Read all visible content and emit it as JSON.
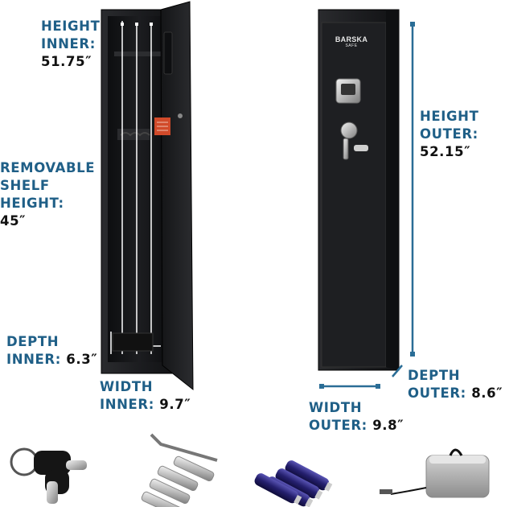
{
  "labels": {
    "height_inner": {
      "line1": "HEIGHT",
      "line2": "INNER:",
      "value": "51.75″"
    },
    "shelf_height": {
      "line1": "REMOVABLE",
      "line2": "SHELF",
      "line3": "HEIGHT:",
      "value": "45″"
    },
    "depth_inner": {
      "line1": "DEPTH",
      "line2": "INNER:",
      "value": "6.3″"
    },
    "width_inner": {
      "line1": "WIDTH",
      "line2": "INNER:",
      "value": "9.7″"
    },
    "height_outer": {
      "line1": "HEIGHT",
      "line2": "OUTER:",
      "value": "52.15″"
    },
    "depth_outer": {
      "line1": "DEPTH",
      "line2": "OUTER:",
      "value": "8.6″"
    },
    "width_outer": {
      "line1": "WIDTH",
      "line2": "OUTER:",
      "value": "9.8″"
    }
  },
  "brand": {
    "name": "BARSKA",
    "sub": "SAFE"
  },
  "colors": {
    "heading": "#1f5f87",
    "value": "#111111",
    "cabinet": "#1b1c1e",
    "dimension_line": "#2a6d96"
  },
  "accessories": [
    "keys-icon",
    "hex-key-and-anchor-bolts-icon",
    "aa-batteries-icon",
    "power-adapter-icon"
  ]
}
